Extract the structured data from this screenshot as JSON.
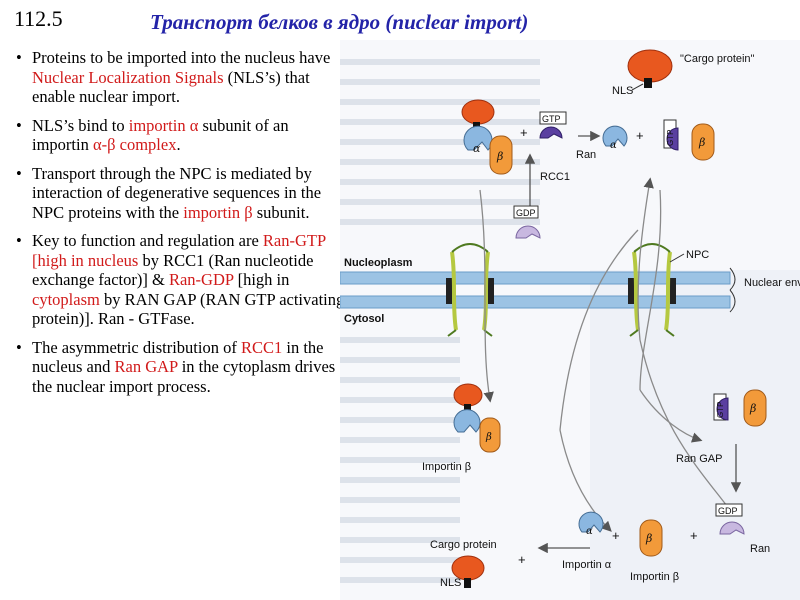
{
  "header": {
    "slide_number": "112.5",
    "title": "Транспорт белков в ядро (nuclear import)"
  },
  "bullets": [
    {
      "parts": [
        {
          "text": "Proteins to be imported into the nucleus have  "
        },
        {
          "text": "Nuclear Localization Signals",
          "hl": true
        },
        {
          "text": " (NLS’s) that  enable  nuclear import."
        }
      ]
    },
    {
      "parts": [
        {
          "text": " NLS’s bind to "
        },
        {
          "text": "importin α",
          "hl": true
        },
        {
          "text": "  subunit of an importin "
        },
        {
          "text": "α-β complex",
          "hl": true
        },
        {
          "text": "."
        }
      ]
    },
    {
      "parts": [
        {
          "text": "Transport through the NPC is mediated by interaction of degenerative sequences in the NPC proteins with the "
        },
        {
          "text": "importin β",
          "hl": true
        },
        {
          "text": " subunit."
        }
      ]
    },
    {
      "parts": [
        {
          "text": "Key to  function and regulation are "
        },
        {
          "text": "Ran-GTP [high in ",
          "hl": true
        },
        {
          "text": "nucleus",
          "hl": true
        },
        {
          "text": " by RCC1 (Ran nucleotide exchange  factor)] & "
        },
        {
          "text": "Ran-GDP",
          "hl": true
        },
        {
          "text": " [high in "
        },
        {
          "text": "cytoplasm",
          "hl": true
        },
        {
          "text": " by RAN GAP (RAN GTP activating protein)]. Ran - GTFase."
        }
      ]
    },
    {
      "parts": [
        {
          "text": "The asymmetric  distribution of "
        },
        {
          "text": "RCC1",
          "hl": true
        },
        {
          "text": " in the nucleus and "
        },
        {
          "text": "Ran GAP",
          "hl": true
        },
        {
          "text": " in the cytoplasm drives the nuclear import process."
        }
      ]
    }
  ],
  "figure": {
    "cargo_protein_top": "\"Cargo protein\"",
    "nls_top": "NLS",
    "gtp_top": "GTP",
    "gtp_right": "GTP",
    "ran_top": "Ran",
    "rcc1": "RCC1",
    "gdp_mid": "GDP",
    "nucleoplasm": "Nucleoplasm",
    "cytosol": "Cytosol",
    "npc": "NPC",
    "nuclear_envelope": "Nuclear envelope",
    "importin_beta_left": "Importin β",
    "ran_gap": "Ran GAP",
    "gtp_lower_right": "GTP",
    "gdp_lower_right": "GDP",
    "ran_lower_right": "Ran",
    "cargo_protein_bottom": "Cargo protein",
    "nls_bottom": "NLS",
    "importin_alpha_bottom": "Importin α",
    "importin_beta_bottom": "Importin β",
    "alpha": "α",
    "beta": "β",
    "plus": "+"
  },
  "colors": {
    "title": "#2323a8",
    "highlight": "#d11a1a",
    "cargo": "#e8581f",
    "importin_alpha": "#8bb7e0",
    "importin_beta": "#f29a3a",
    "ran_gtp": "#5a3fa0",
    "ran_gdp": "#c8b8e0",
    "membrane": "#7fb0d8",
    "pore": "#b5c840"
  }
}
